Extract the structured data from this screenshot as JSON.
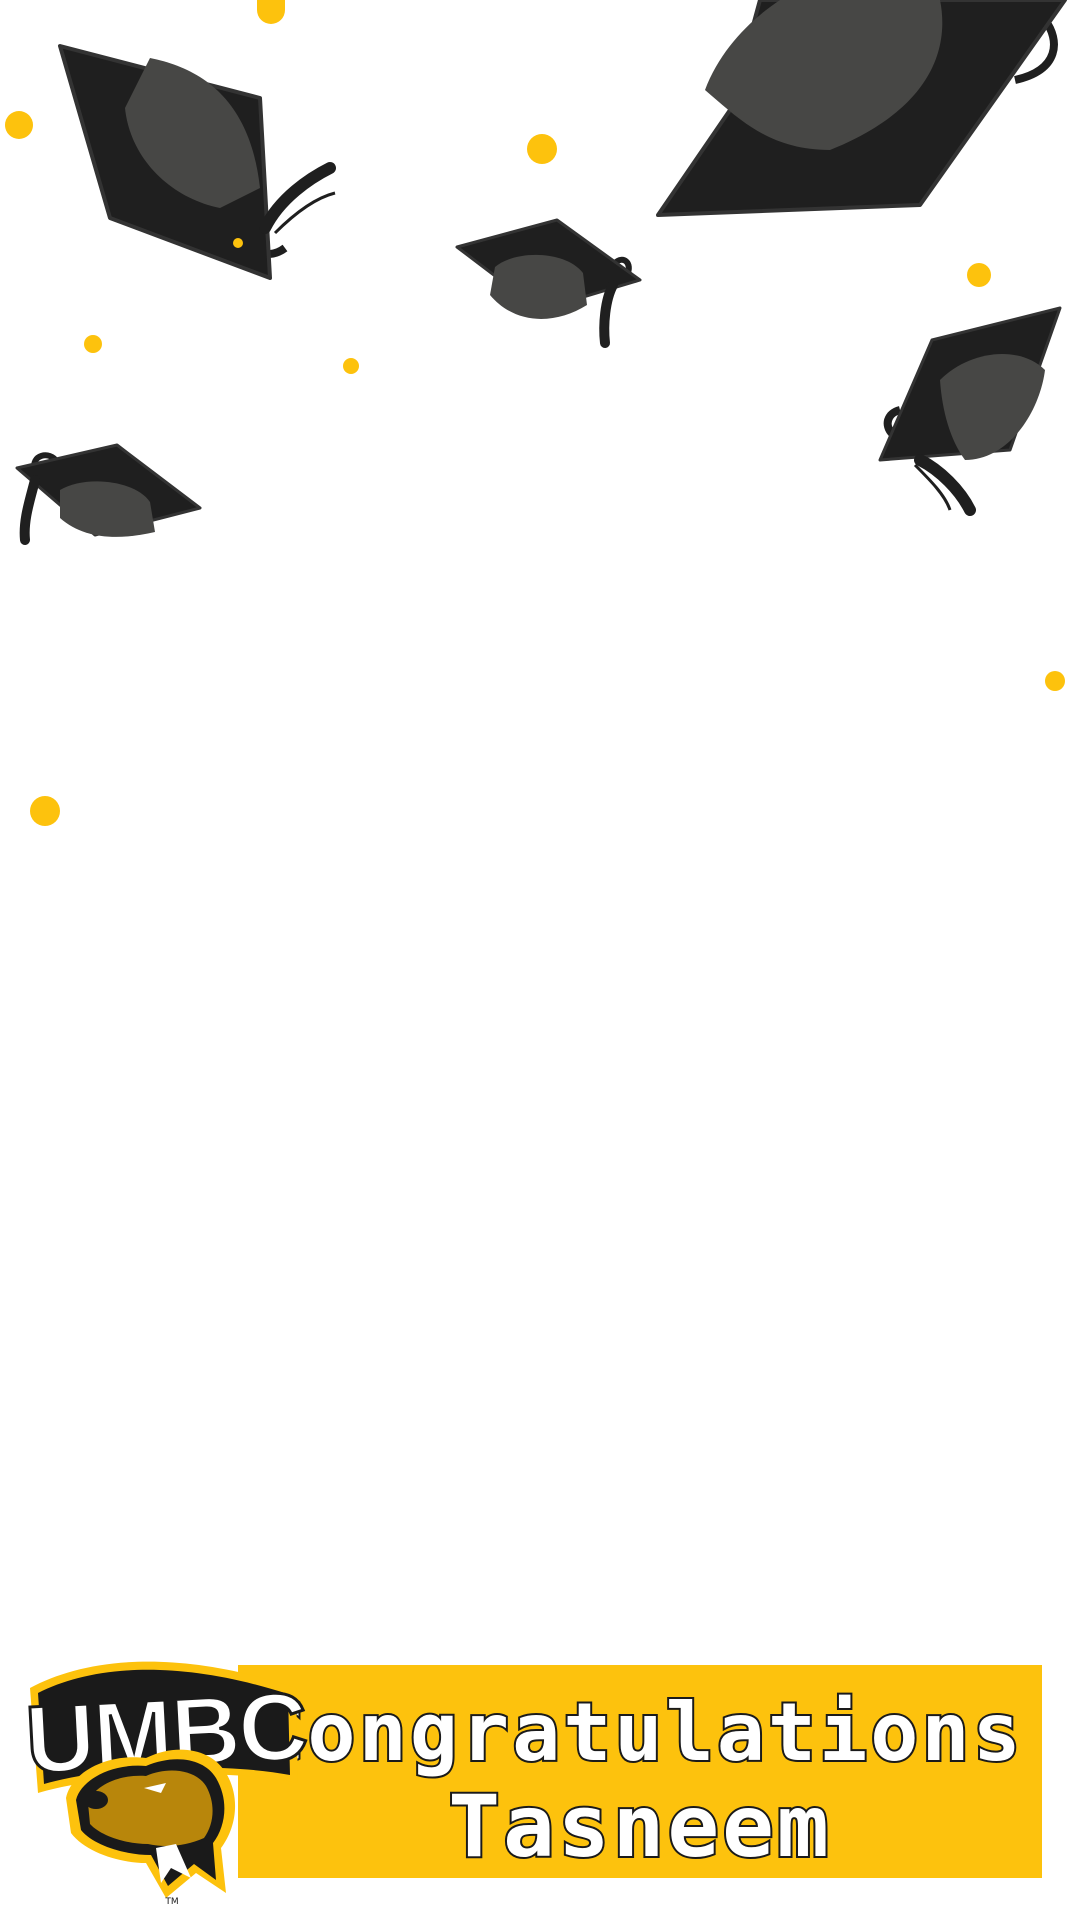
{
  "frame": {
    "line1": "Congratulations",
    "line2": "Tasneem"
  },
  "logo": {
    "wordmark": "UMBC",
    "trademark": "TM",
    "icon": "retriever-mascot-icon"
  },
  "icons": [
    "graduation-cap-icon",
    "confetti-dot"
  ],
  "colors": {
    "gold": "#FDC20D",
    "mascot_gold": "#B8860B",
    "cap_dark": "#1f1f1f",
    "cap_mid": "#474745",
    "outline": "#1a1a1a"
  }
}
